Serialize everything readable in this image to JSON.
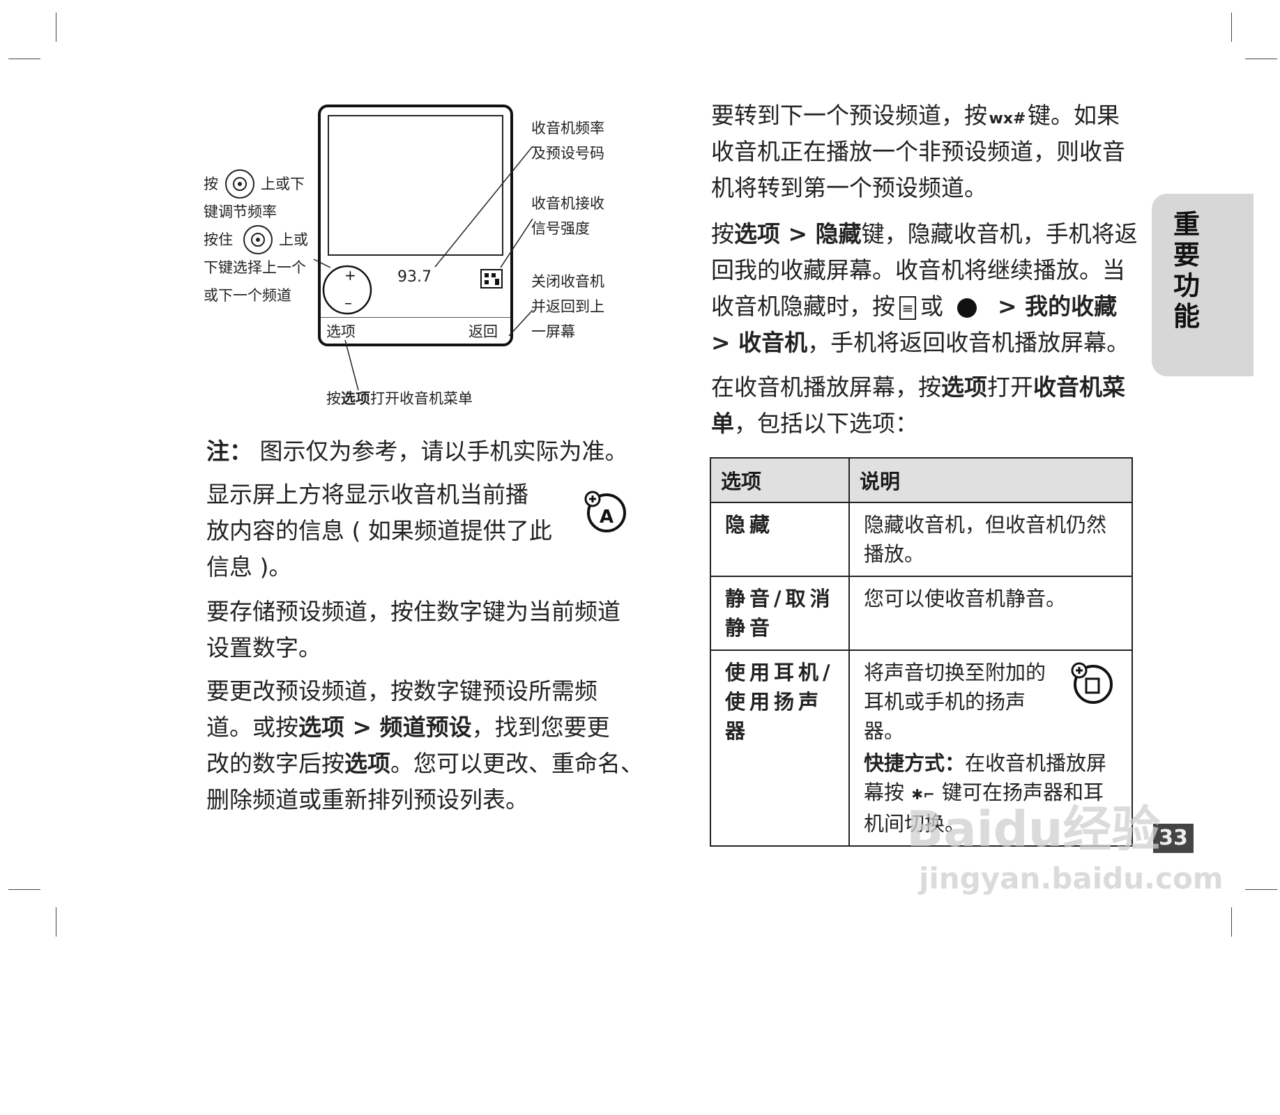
{
  "diagram": {
    "frequency": "93.7",
    "softkey_left": "选项",
    "softkey_right": "返回",
    "label_tune_1": "按",
    "label_tune_2": "上或下",
    "label_tune_3": "键调节频率",
    "label_hold_1": "按住",
    "label_hold_2": "上或",
    "label_hold_3": "下键选择上一个",
    "label_hold_4": "或下一个频道",
    "label_freq_1": "收音机频率",
    "label_freq_2": "及预设号码",
    "label_signal_1": "收音机接收",
    "label_signal_2": "信号强度",
    "label_close_1": "关闭收音机",
    "label_close_2": "并返回到上",
    "label_close_3": "一屏幕",
    "caption_pre": "按",
    "caption_bold": "选项",
    "caption_post": "打开收音机菜单"
  },
  "left": {
    "note_label": "注：",
    "note_text": "图示仅为参考，请以手机实际为准。",
    "p1_l1": "显示屏上方将显示收音机当前播",
    "p1_l2": "放内容的信息 ( 如果频道提供了此",
    "p1_l3": "信息 )。",
    "p2_l1": "要存储预设频道，按住数字键为当前频道",
    "p2_l2": "设置数字。",
    "p3_l1": "要更改预设频道，按数字键预设所需频",
    "p3_l2a": "道。或按",
    "p3_l2b": "选项",
    "p3_l2c": " > ",
    "p3_l2d": "频道预设",
    "p3_l2e": "，找到您要更",
    "p3_l3a": "改的数字后按",
    "p3_l3b": "选项",
    "p3_l3c": "。您可以更改、重命名、",
    "p3_l4": "删除频道或重新排列预设列表。"
  },
  "right": {
    "p1_l1a": "要转到下一个预设频道，按",
    "p1_l1b": "键。如果",
    "p1_l2": "收音机正在播放一个非预设频道，则收音",
    "p1_l3": "机将转到第一个预设频道。",
    "p2_l1a": "按",
    "p2_l1b": "选项 > 隐藏",
    "p2_l1c": "键，隐藏收音机，手机将返",
    "p2_l2": "回我的收藏屏幕。收音机将继续播放。当",
    "p2_l3a": "收音机隐藏时，按",
    "p2_l3b": "或",
    "p2_l3c": "> 我的收藏",
    "p2_l4a": "> 收音机",
    "p2_l4b": "，手机将返回收音机播放屏幕。",
    "p3_l1a": "在收音机播放屏幕，按",
    "p3_l1b": "选项",
    "p3_l1c": "打开",
    "p3_l1d": "收音机菜",
    "p3_l2a": "单",
    "p3_l2b": "，包括以下选项："
  },
  "table": {
    "header_option": "选项",
    "header_desc": "说明",
    "row1_name": "隐藏",
    "row1_desc": "隐藏收音机，但收音机仍然播放。",
    "row2_name": "静音/取消静音",
    "row2_desc": "您可以使收音机静音。",
    "row3_name": "使用耳机/使用扬声器",
    "row3_desc": "将声音切换至附加的耳机或手机的扬声器。",
    "row3_shortcut_label": "快捷方式：",
    "row3_shortcut_text_a": "在收音机播放屏幕按",
    "row3_shortcut_text_b": "键可在扬声器和耳机间切换。"
  },
  "side_tab": "重要功能",
  "page_number": "33",
  "watermark": {
    "brand": "Baidu经验",
    "url": "jingyan.baidu.com"
  }
}
